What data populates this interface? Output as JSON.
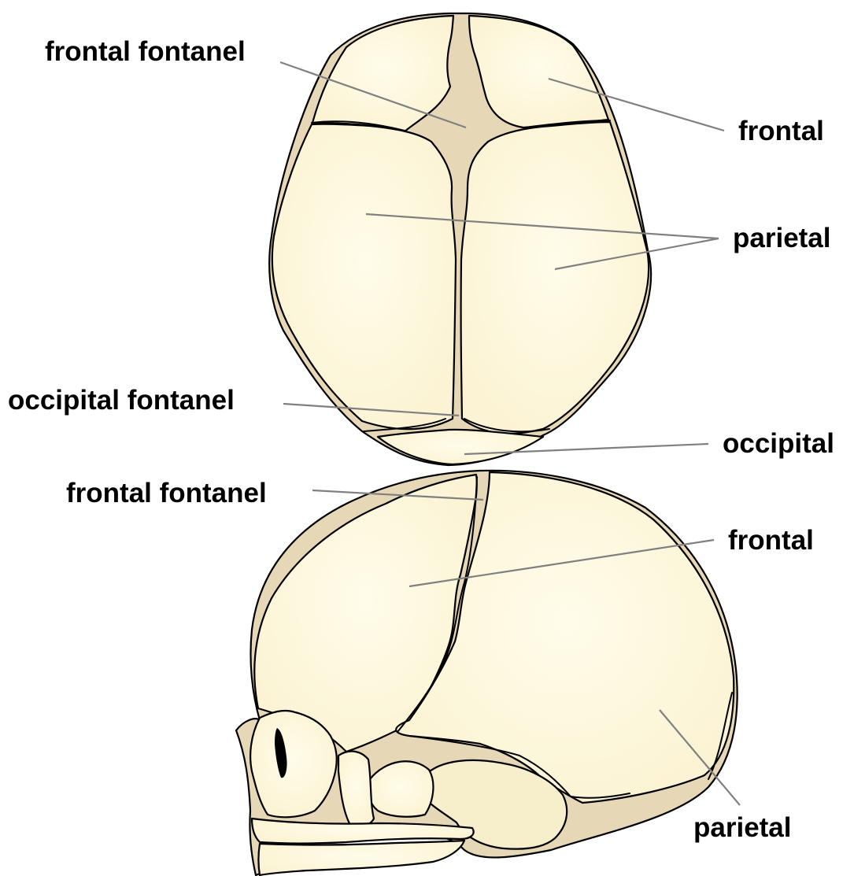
{
  "labels": {
    "top_frontal_fontanel": "frontal fontanel",
    "top_frontal": "frontal",
    "top_parietal": "parietal",
    "top_occipital_fontanel": "occipital fontanel",
    "top_occipital": "occipital",
    "side_frontal_fontanel": "frontal fontanel",
    "side_frontal": "frontal",
    "side_parietal": "parietal"
  },
  "colors": {
    "bone": "#fdf8df",
    "fontanel": "#e6d7b6",
    "outline": "#000000",
    "leader": "#808080",
    "text": "#000000"
  }
}
